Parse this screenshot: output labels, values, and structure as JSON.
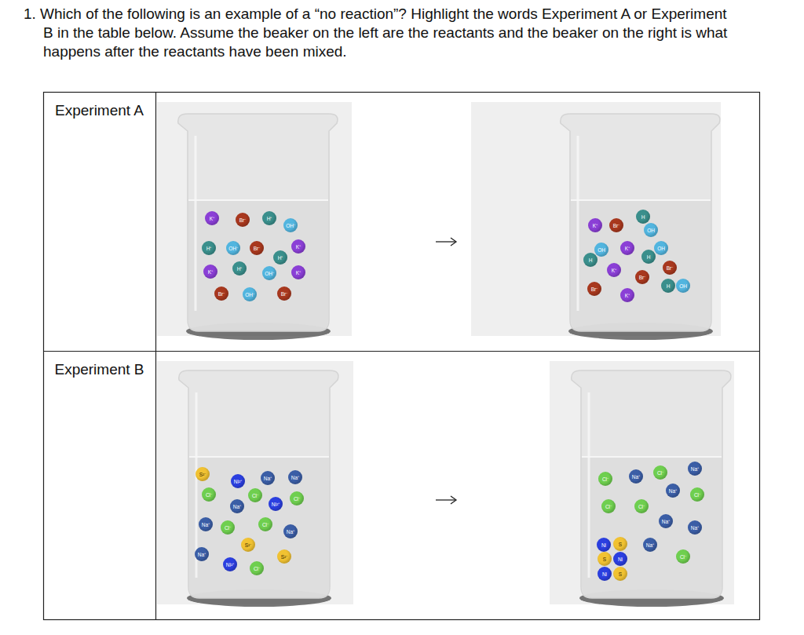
{
  "diagram": {
    "title": "1. Which of the following is an example of a “no reaction”? Highlight the words Experiment A or Experiment B in the table below. Assume the beaker on the left are the reactants and the beaker on the right is what happens after the reactants have been mixed.",
    "nodes": [
      {
        "text": [
          "K⁺"
        ]
      },
      {
        "text": [
          "Br⁻"
        ]
      },
      {
        "text": [
          "H⁺"
        ]
      },
      {
        "text": [
          "OH⁻"
        ]
      },
      {
        "text": [
          "H⁺"
        ]
      },
      {
        "text": [
          "OH⁻"
        ]
      },
      {
        "text": [
          "Br⁻"
        ]
      },
      {
        "text": [
          "K⁺"
        ]
      },
      {
        "text": [
          "H⁺"
        ]
      },
      {
        "text": [
          "K⁺"
        ]
      },
      {
        "text": [
          "H⁺"
        ]
      },
      {
        "text": [
          "OH⁻"
        ]
      },
      {
        "text": [
          "K⁺"
        ]
      },
      {
        "text": [
          "Br⁻"
        ]
      },
      {
        "text": [
          "OH⁻"
        ]
      },
      {
        "text": [
          "Br⁻"
        ]
      },
      {
        "text": [
          "H"
        ]
      },
      {
        "text": [
          "K⁺"
        ]
      },
      {
        "text": [
          "Br⁻"
        ]
      },
      {
        "text": [
          "OH"
        ]
      },
      {
        "text": [
          "OH"
        ]
      },
      {
        "text": [
          "K⁺"
        ]
      },
      {
        "text": [
          "OH"
        ]
      },
      {
        "text": [
          "H"
        ]
      },
      {
        "text": [
          "H"
        ]
      },
      {
        "text": [
          "Br⁻"
        ]
      },
      {
        "text": [
          "K⁺"
        ]
      },
      {
        "text": [
          "Br⁻"
        ]
      },
      {
        "text": [
          "Br⁻"
        ]
      },
      {
        "text": [
          "H"
        ]
      },
      {
        "text": [
          "OH"
        ]
      },
      {
        "text": [
          "K⁺"
        ]
      },
      {
        "text": [
          "S²⁻"
        ]
      },
      {
        "text": [
          "Ni²⁺"
        ]
      },
      {
        "text": [
          "Na⁺"
        ]
      },
      {
        "text": [
          "Na⁺"
        ]
      },
      {
        "text": [
          "Cl⁻"
        ]
      },
      {
        "text": [
          "Cl⁻"
        ]
      },
      {
        "text": [
          "Cl⁻"
        ]
      },
      {
        "text": [
          "Na⁺"
        ]
      },
      {
        "text": [
          "Ni²⁺"
        ]
      },
      {
        "text": [
          "Na⁺"
        ]
      },
      {
        "text": [
          "Cl⁻"
        ]
      },
      {
        "text": [
          "Cl⁻"
        ]
      },
      {
        "text": [
          "Na⁺"
        ]
      },
      {
        "text": [
          "S²⁻"
        ]
      },
      {
        "text": [
          "Na⁺"
        ]
      },
      {
        "text": [
          "S²⁻"
        ]
      },
      {
        "text": [
          "Ni²⁺"
        ]
      },
      {
        "text": [
          "Cl⁻"
        ]
      },
      {
        "text": [
          "Cl⁻"
        ]
      },
      {
        "text": [
          "Na⁺"
        ]
      },
      {
        "text": [
          "Cl⁻"
        ]
      },
      {
        "text": [
          "Na⁺"
        ]
      },
      {
        "text": [
          "Na⁺"
        ]
      },
      {
        "text": [
          "Cl⁻"
        ]
      },
      {
        "text": [
          "Cl⁻"
        ]
      },
      {
        "text": [
          "Cl⁻"
        ]
      },
      {
        "text": [
          "Na⁺"
        ]
      },
      {
        "text": [
          "Na⁺"
        ]
      },
      {
        "text": [
          "Ni"
        ]
      },
      {
        "text": [
          "S"
        ]
      },
      {
        "text": [
          "Na⁺"
        ]
      },
      {
        "text": [
          "S"
        ]
      },
      {
        "text": [
          "Ni"
        ]
      },
      {
        "text": [
          "Cl⁻"
        ]
      },
      {
        "text": [
          "Ni"
        ]
      },
      {
        "text": [
          "S"
        ]
      }
    ],
    "labels": [
      "Experiment A",
      "Experiment B"
    ]
  }
}
